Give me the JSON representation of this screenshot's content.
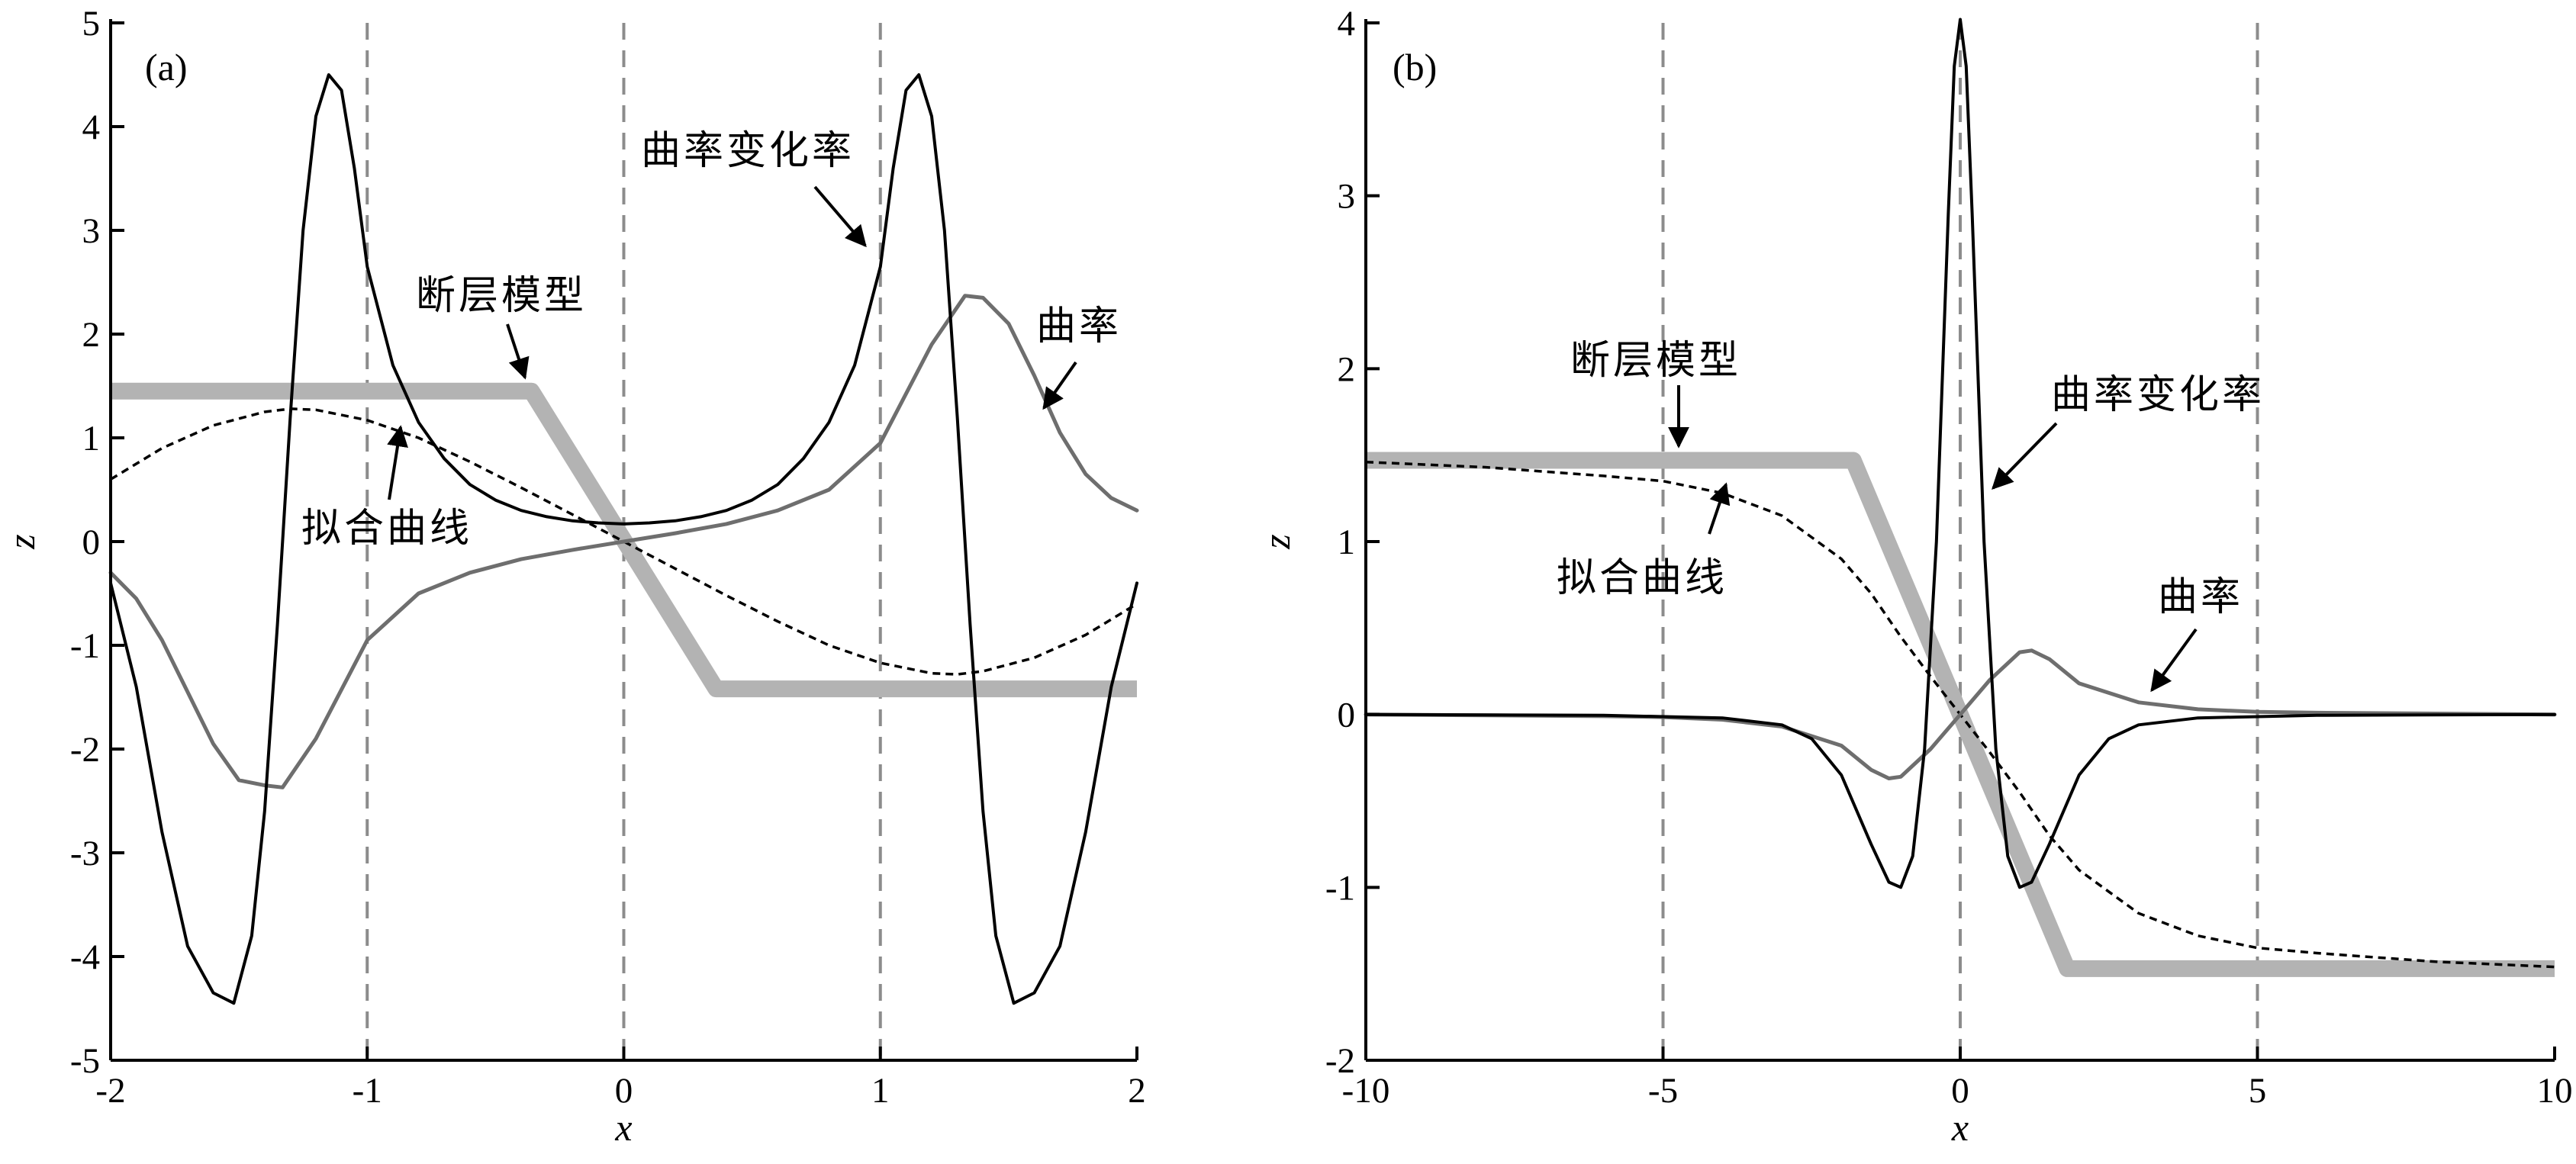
{
  "chart_data": [
    {
      "type": "line",
      "panel_label": "(a)",
      "xlabel": "x",
      "ylabel": "z",
      "xlim": [
        -2,
        2
      ],
      "ylim": [
        -5,
        5
      ],
      "xticks": [
        -2,
        -1,
        0,
        1,
        2
      ],
      "yticks": [
        5,
        4,
        3,
        2,
        1,
        0,
        -1,
        -2,
        -3,
        -4,
        -5
      ],
      "xtick_labels": [
        "-2",
        "-1",
        "0",
        "1",
        "2"
      ],
      "ytick_labels": [
        "5",
        "4",
        "3",
        "2",
        "1",
        "0",
        "-1",
        "-2",
        "-3",
        "-4",
        "-5"
      ],
      "vlines": [
        -1,
        0,
        1
      ],
      "grid": false,
      "series": [
        {
          "role": "fault",
          "color": "#b3b3b3",
          "style": "thick",
          "x": [
            -2,
            -0.36,
            0.36,
            2
          ],
          "y": [
            1.45,
            1.45,
            -1.42,
            -1.42
          ]
        },
        {
          "role": "fit",
          "color": "#000000",
          "style": "dotted",
          "x": [
            -2.0,
            -1.8,
            -1.6,
            -1.4,
            -1.3,
            -1.2,
            -1.0,
            -0.8,
            -0.6,
            -0.4,
            -0.2,
            0.0,
            0.2,
            0.4,
            0.6,
            0.8,
            1.0,
            1.2,
            1.3,
            1.4,
            1.6,
            1.8,
            2.0
          ],
          "y": [
            0.6,
            0.9,
            1.12,
            1.25,
            1.28,
            1.27,
            1.17,
            1.0,
            0.77,
            0.52,
            0.26,
            0.0,
            -0.26,
            -0.52,
            -0.77,
            -1.0,
            -1.17,
            -1.27,
            -1.28,
            -1.25,
            -1.12,
            -0.9,
            -0.6
          ]
        },
        {
          "role": "curvature",
          "color": "#6e6e6e",
          "style": "solid",
          "x": [
            -2.0,
            -1.9,
            -1.8,
            -1.7,
            -1.6,
            -1.5,
            -1.4,
            -1.33,
            -1.2,
            -1.0,
            -0.8,
            -0.6,
            -0.4,
            -0.2,
            0.0,
            0.2,
            0.4,
            0.6,
            0.8,
            1.0,
            1.2,
            1.33,
            1.4,
            1.5,
            1.6,
            1.7,
            1.8,
            1.9,
            2.0
          ],
          "y": [
            -0.3,
            -0.55,
            -0.95,
            -1.45,
            -1.95,
            -2.3,
            -2.35,
            -2.37,
            -1.9,
            -0.95,
            -0.5,
            -0.3,
            -0.17,
            -0.08,
            0.0,
            0.08,
            0.17,
            0.3,
            0.5,
            0.95,
            1.9,
            2.37,
            2.35,
            2.1,
            1.6,
            1.05,
            0.65,
            0.42,
            0.3
          ]
        },
        {
          "role": "curvature_change",
          "color": "#000000",
          "style": "solid",
          "x": [
            -2.0,
            -1.9,
            -1.8,
            -1.7,
            -1.6,
            -1.52,
            -1.45,
            -1.4,
            -1.35,
            -1.3,
            -1.25,
            -1.2,
            -1.15,
            -1.1,
            -1.05,
            -1.0,
            -0.9,
            -0.8,
            -0.7,
            -0.6,
            -0.5,
            -0.4,
            -0.3,
            -0.2,
            -0.1,
            0.0,
            0.1,
            0.2,
            0.3,
            0.4,
            0.5,
            0.6,
            0.7,
            0.8,
            0.9,
            1.0,
            1.05,
            1.1,
            1.15,
            1.2,
            1.25,
            1.3,
            1.35,
            1.4,
            1.45,
            1.52,
            1.6,
            1.7,
            1.8,
            1.9,
            2.0
          ],
          "y": [
            -0.4,
            -1.4,
            -2.8,
            -3.9,
            -4.35,
            -4.45,
            -3.8,
            -2.6,
            -0.8,
            1.2,
            3.0,
            4.1,
            4.5,
            4.35,
            3.6,
            2.65,
            1.7,
            1.15,
            0.8,
            0.55,
            0.4,
            0.3,
            0.24,
            0.2,
            0.18,
            0.17,
            0.18,
            0.2,
            0.24,
            0.3,
            0.4,
            0.55,
            0.8,
            1.15,
            1.7,
            2.65,
            3.6,
            4.35,
            4.5,
            4.1,
            3.0,
            1.2,
            -0.8,
            -2.6,
            -3.8,
            -4.45,
            -4.35,
            -3.9,
            -2.8,
            -1.4,
            -0.4
          ]
        }
      ],
      "annotations": [
        {
          "text": "曲率变化率",
          "target": "curvature_change"
        },
        {
          "text": "断层模型",
          "target": "fault"
        },
        {
          "text": "曲率",
          "target": "curvature"
        },
        {
          "text": "拟合曲线",
          "target": "fit"
        }
      ]
    },
    {
      "type": "line",
      "panel_label": "(b)",
      "xlabel": "x",
      "ylabel": "z",
      "xlim": [
        -10,
        10
      ],
      "ylim": [
        -2,
        4
      ],
      "xticks": [
        -10,
        -5,
        0,
        5,
        10
      ],
      "yticks": [
        4,
        3,
        2,
        1,
        0,
        -1,
        -2
      ],
      "xtick_labels": [
        "-10",
        "-5",
        "0",
        "5",
        "10"
      ],
      "ytick_labels": [
        "4",
        "3",
        "2",
        "1",
        "0",
        "-1",
        "-2"
      ],
      "vlines": [
        -5,
        0,
        5
      ],
      "grid": false,
      "series": [
        {
          "role": "fault",
          "color": "#b3b3b3",
          "style": "thick",
          "x": [
            -10,
            -1.8,
            1.8,
            10
          ],
          "y": [
            1.47,
            1.47,
            -1.47,
            -1.47
          ]
        },
        {
          "role": "fit",
          "color": "#000000",
          "style": "dotted",
          "x": [
            -10,
            -8,
            -6,
            -5,
            -4,
            -3,
            -2,
            -1.5,
            -1,
            -0.5,
            0,
            0.5,
            1,
            1.5,
            2,
            3,
            4,
            5,
            6,
            8,
            10
          ],
          "y": [
            1.46,
            1.43,
            1.38,
            1.35,
            1.28,
            1.15,
            0.9,
            0.7,
            0.45,
            0.22,
            0.0,
            -0.22,
            -0.45,
            -0.7,
            -0.9,
            -1.15,
            -1.28,
            -1.35,
            -1.38,
            -1.43,
            -1.46
          ]
        },
        {
          "role": "curvature",
          "color": "#6e6e6e",
          "style": "solid",
          "x": [
            -10,
            -8,
            -6,
            -5,
            -4,
            -3,
            -2,
            -1.5,
            -1.2,
            -1,
            -0.5,
            0,
            0.5,
            1,
            1.2,
            1.5,
            2,
            3,
            4,
            5,
            6,
            8,
            10
          ],
          "y": [
            0.0,
            -0.005,
            -0.01,
            -0.015,
            -0.03,
            -0.07,
            -0.18,
            -0.32,
            -0.37,
            -0.36,
            -0.2,
            0.0,
            0.2,
            0.36,
            0.37,
            0.32,
            0.18,
            0.07,
            0.03,
            0.015,
            0.01,
            0.005,
            0.0
          ]
        },
        {
          "role": "curvature_change",
          "color": "#000000",
          "style": "solid",
          "x": [
            -10,
            -6,
            -4,
            -3,
            -2.5,
            -2,
            -1.5,
            -1.2,
            -1,
            -0.8,
            -0.6,
            -0.4,
            -0.2,
            -0.1,
            0,
            0.1,
            0.2,
            0.4,
            0.6,
            0.8,
            1,
            1.2,
            1.5,
            2,
            2.5,
            3,
            4,
            6,
            10
          ],
          "y": [
            0.0,
            -0.005,
            -0.02,
            -0.06,
            -0.14,
            -0.35,
            -0.75,
            -0.97,
            -1.0,
            -0.82,
            -0.2,
            1.0,
            2.9,
            3.75,
            4.02,
            3.75,
            2.9,
            1.0,
            -0.2,
            -0.82,
            -1.0,
            -0.97,
            -0.75,
            -0.35,
            -0.14,
            -0.06,
            -0.02,
            -0.005,
            0.0
          ]
        }
      ],
      "annotations": [
        {
          "text": "断层模型",
          "target": "fault"
        },
        {
          "text": "曲率变化率",
          "target": "curvature_change"
        },
        {
          "text": "拟合曲线",
          "target": "fit"
        },
        {
          "text": "曲率",
          "target": "curvature"
        }
      ]
    }
  ]
}
